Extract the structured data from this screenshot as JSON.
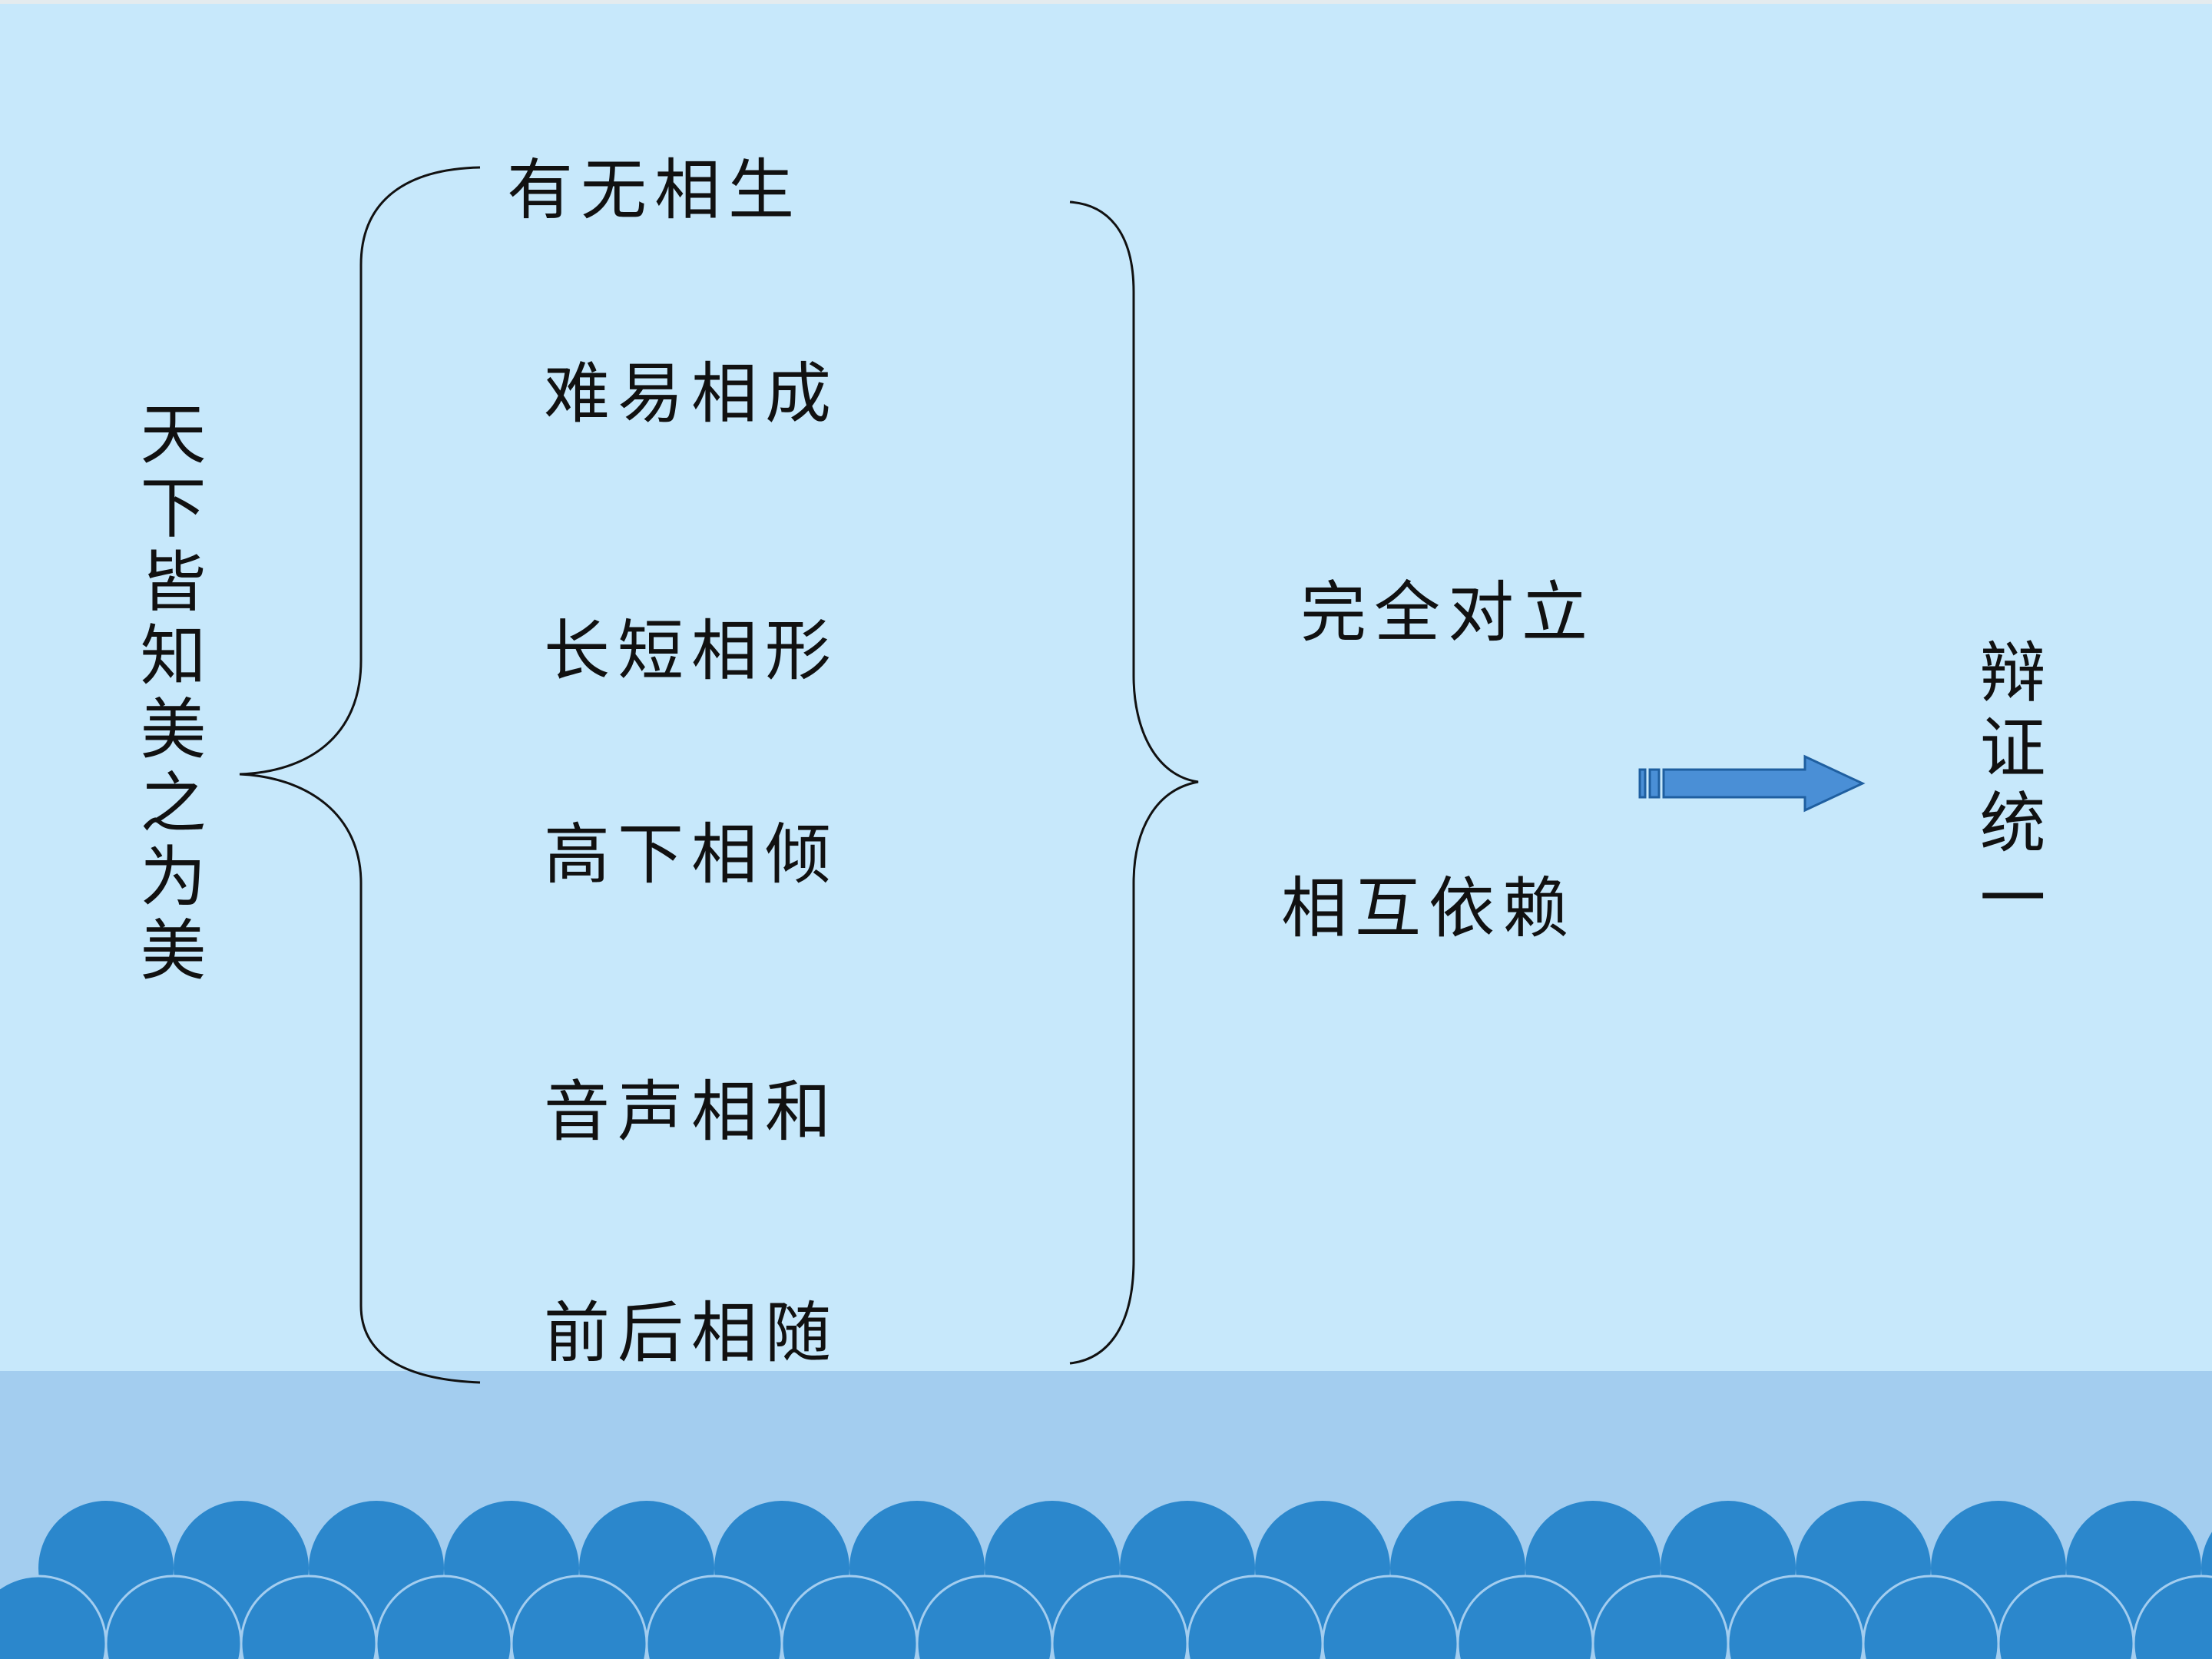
{
  "title_vertical": "天下皆知美之为美",
  "pairs": [
    "有无相生",
    "难易相成",
    "长短相形",
    "高下相倾",
    "音声相和",
    "前后相随"
  ],
  "relations": {
    "opposition": "完全对立",
    "dependence": "相互依赖"
  },
  "conclusion_vertical": "辩证统一",
  "colors": {
    "background": "#c7e8fb",
    "bottom_band": "#a3cdef",
    "wave": "#2b87cc",
    "arrow_fill": "#4a8fd6",
    "arrow_stroke": "#1f5fa0",
    "text": "#111111"
  }
}
